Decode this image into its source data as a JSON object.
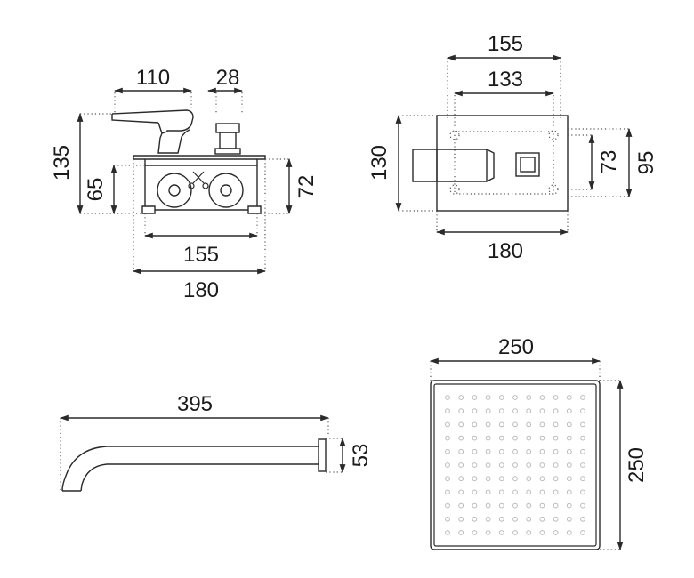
{
  "mixer_side_view": {
    "width_110": "110",
    "width_28": "28",
    "height_135": "135",
    "height_65": "65",
    "height_72": "72",
    "width_155": "155",
    "width_180": "180"
  },
  "mixer_front_view": {
    "width_155": "155",
    "width_133": "133",
    "height_130": "130",
    "height_73": "73",
    "height_95": "95",
    "width_180": "180"
  },
  "shower_arm": {
    "length_395": "395",
    "height_53": "53"
  },
  "shower_head": {
    "width_250": "250",
    "height_250": "250",
    "nozzle_grid": {
      "rows": 11,
      "cols": 11
    }
  }
}
